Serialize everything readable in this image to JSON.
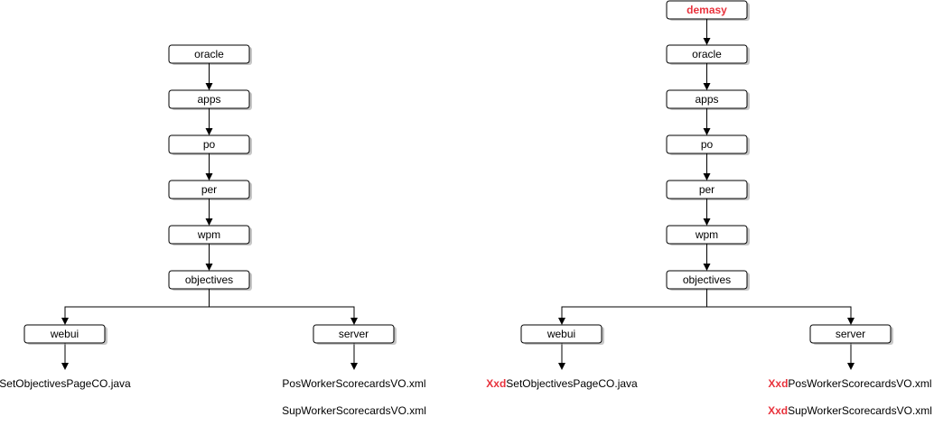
{
  "colors": {
    "stroke": "#000000",
    "text": "#000000",
    "accent": "#e8323c",
    "background": "#ffffff"
  },
  "left_tree": {
    "chain": [
      "oracle",
      "apps",
      "po",
      "per",
      "wpm",
      "objectives"
    ],
    "branch_left": {
      "label": "webui",
      "files": [
        "SetObjectivesPageCO.java"
      ]
    },
    "branch_right": {
      "label": "server",
      "files": [
        "PosWorkerScorecardsVO.xml",
        "SupWorkerScorecardsVO.xml"
      ]
    }
  },
  "right_tree": {
    "root": "demasy",
    "chain": [
      "oracle",
      "apps",
      "po",
      "per",
      "wpm",
      "objectives"
    ],
    "branch_left": {
      "label": "webui",
      "files": [
        {
          "prefix": "Xxd",
          "name": "SetObjectivesPageCO.java"
        }
      ]
    },
    "branch_right": {
      "label": "server",
      "files": [
        {
          "prefix": "Xxd",
          "name": "PosWorkerScorecardsVO.xml"
        },
        {
          "prefix": "Xxd",
          "name": "SupWorkerScorecardsVO.xml"
        }
      ]
    }
  }
}
